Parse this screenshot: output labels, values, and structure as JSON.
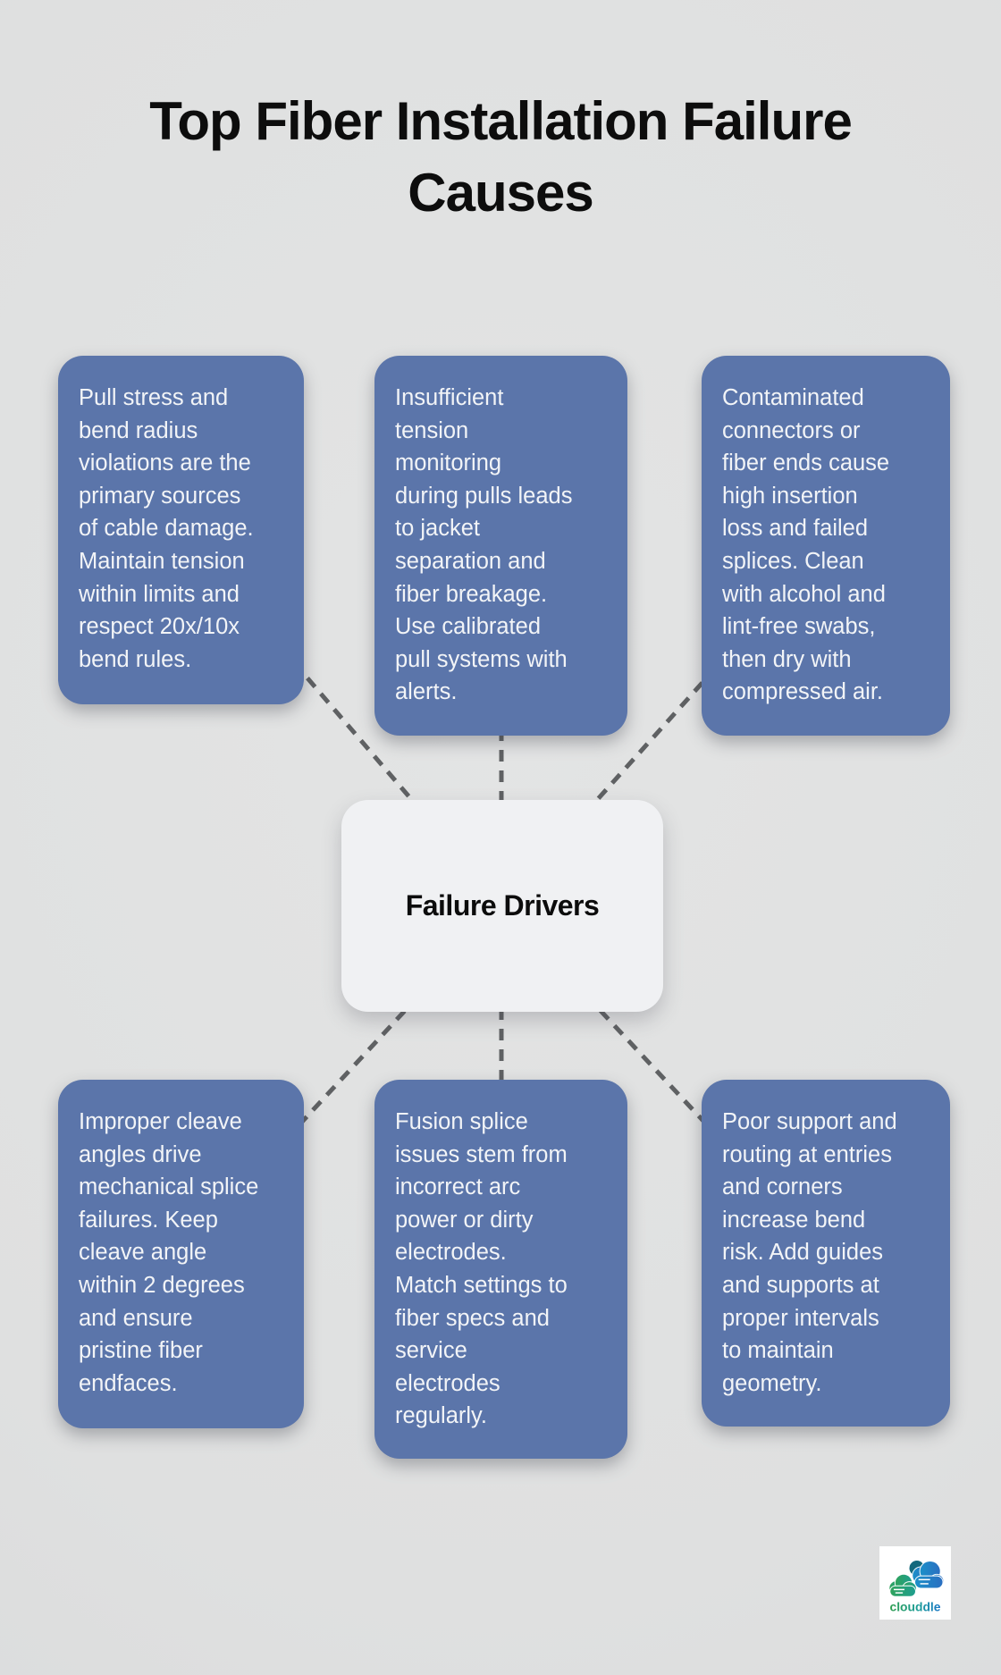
{
  "title": "Top Fiber Installation Failure\nCauses",
  "center": {
    "label": "Failure Drivers"
  },
  "cards": [
    {
      "position": "top-left",
      "text": "Pull stress and\nbend radius\nviolations are the\nprimary sources\nof cable damage.\nMaintain tension\nwithin limits and\nrespect 20x/10x\nbend rules."
    },
    {
      "position": "top-middle",
      "text": "Insufficient\ntension\nmonitoring\nduring pulls leads\nto jacket\nseparation and\nfiber breakage.\nUse calibrated\npull systems with\nalerts."
    },
    {
      "position": "top-right",
      "text": "Contaminated\nconnectors or\nfiber ends cause\nhigh insertion\nloss and failed\nsplices. Clean\nwith alcohol and\nlint-free swabs,\nthen dry with\ncompressed air."
    },
    {
      "position": "bottom-left",
      "text": "Improper cleave\nangles drive\nmechanical splice\nfailures. Keep\ncleave angle\nwithin 2 degrees\nand ensure\npristine fiber\nendfaces."
    },
    {
      "position": "bottom-middle",
      "text": "Fusion splice\nissues stem from\nincorrect arc\npower or dirty\nelectrodes.\nMatch settings to\nfiber specs and\nservice\nelectrodes\nregularly."
    },
    {
      "position": "bottom-right",
      "text": "Poor support and\nrouting at entries\nand corners\nincrease bend\nrisk. Add guides\nand supports at\nproper intervals\nto maintain\ngeometry."
    }
  ],
  "logo": {
    "wordmark": "clouddle"
  },
  "colors": {
    "background": "#dfe0e0",
    "card_fill": "#5b75aa",
    "card_text": "#f2f4f7",
    "center_fill": "#f0f1f3",
    "connector": "#5f6163",
    "title_text": "#0d0d0d",
    "logo_green": "#2fa35c",
    "logo_teal": "#1f9e8e",
    "logo_blue": "#1e7ec2"
  }
}
